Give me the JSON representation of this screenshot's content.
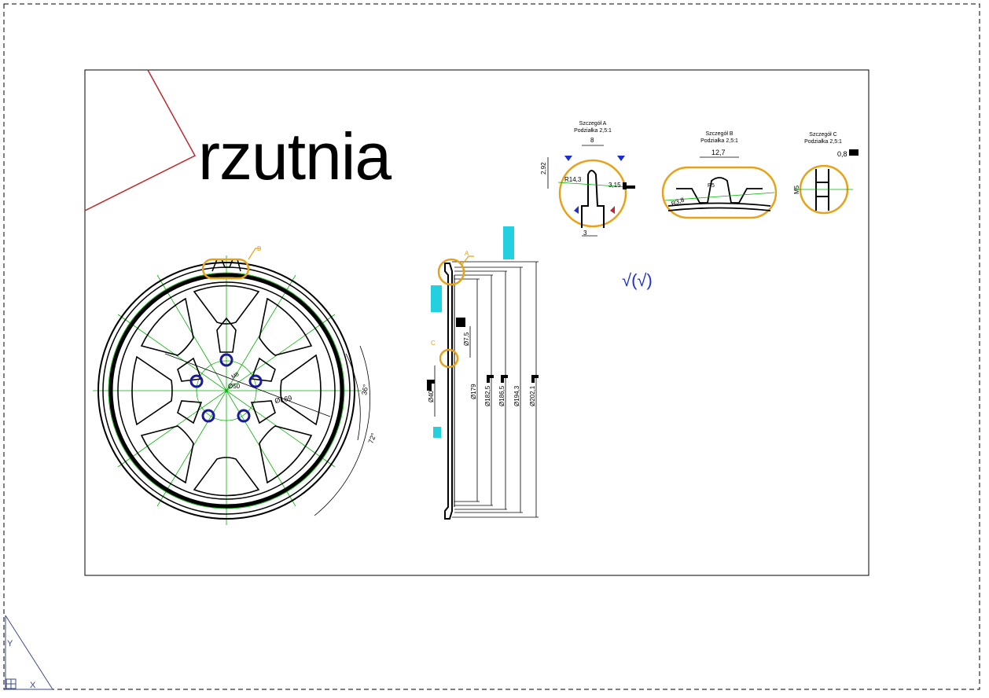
{
  "sheet": {
    "title": "rzutnia"
  },
  "detail_a": {
    "title": "Szczegół A",
    "scale": "Podziałka 2,5:1",
    "dims": [
      "8",
      "2,92",
      "R14,3",
      "3,15",
      "3"
    ]
  },
  "detail_b": {
    "title": "Szczegół B",
    "scale": "Podziałka 2,5:1",
    "dims": [
      "12,7",
      "R3,8",
      "R5"
    ]
  },
  "detail_c": {
    "title": "Szczegół C",
    "scale": "Podziałka 2,5:1",
    "dims": [
      "0,8",
      "M5"
    ]
  },
  "front_view": {
    "labels": {
      "b": "B"
    },
    "dims": [
      "Ø169",
      "Ø50",
      "M8",
      "36°",
      "72°"
    ]
  },
  "side_view": {
    "labels": {
      "a": "A",
      "c": "C"
    },
    "dims": [
      "Ø7,5",
      "Ø40",
      "Ø179",
      "Ø182,5",
      "Ø186,5",
      "Ø194,3",
      "Ø202,1"
    ]
  },
  "surface_note": "√(√)",
  "colors": {
    "detail_ring": "#e8a21a",
    "centerline": "#00b000",
    "outline": "#000000",
    "border_red": "#c0282d",
    "hole_blue": "#1a1a9a",
    "surface_symbol": "#1a2fd0",
    "cyan_marker": "#22d0e0"
  },
  "ucs_icon": {
    "axis_y": "Y",
    "axis_x": "X"
  }
}
